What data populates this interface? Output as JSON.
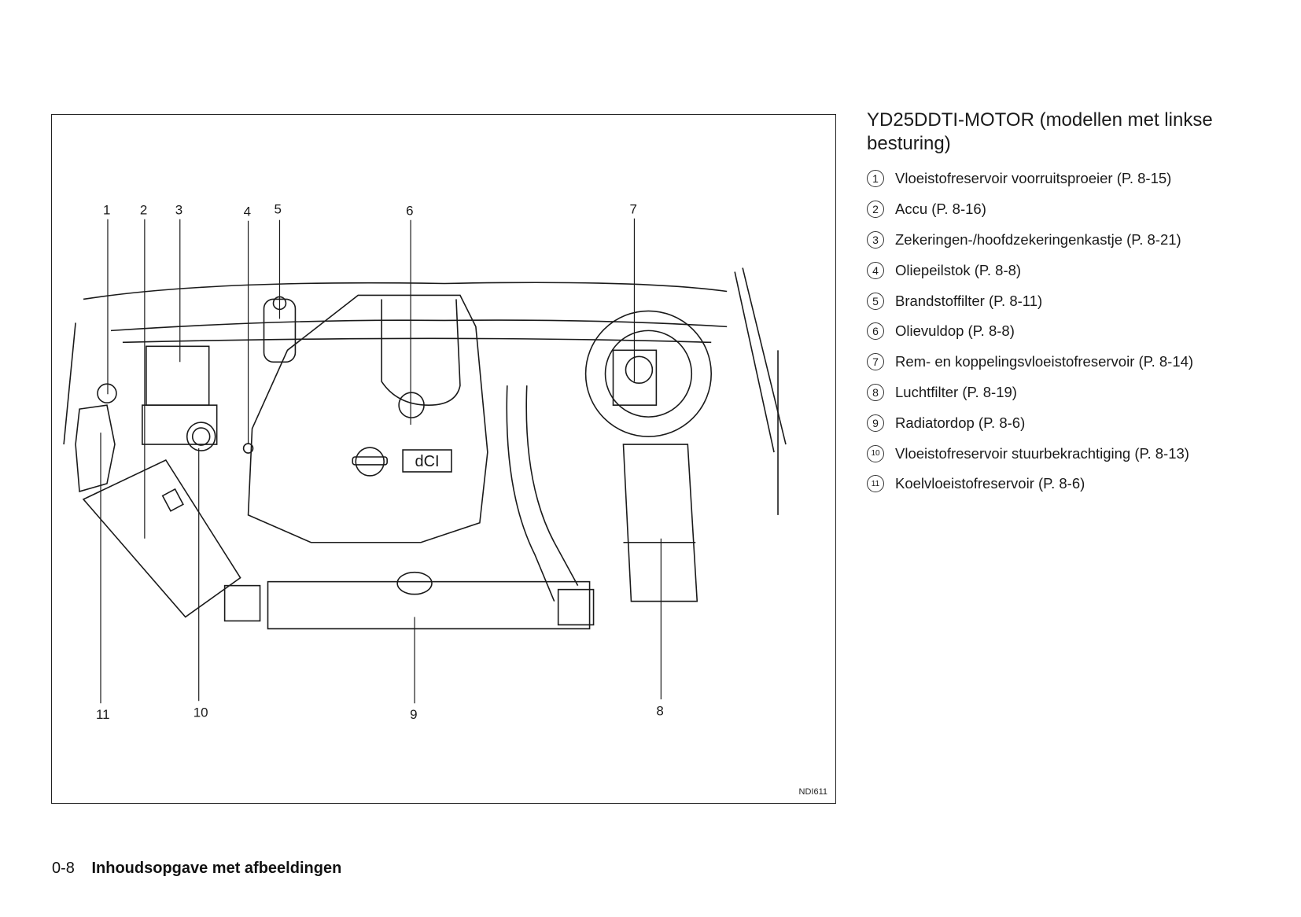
{
  "figure": {
    "code": "NDI611",
    "callouts_top": [
      "1",
      "2",
      "3",
      "4",
      "5",
      "6",
      "7"
    ],
    "callouts_bottom": [
      "11",
      "10",
      "9",
      "8"
    ],
    "badge_text": "dCI"
  },
  "legend": {
    "title": "YD25DDTI-MOTOR (modellen met linkse besturing)",
    "items": [
      {
        "num": "1",
        "label": "Vloeistofreservoir voorruitsproeier (P. 8-15)"
      },
      {
        "num": "2",
        "label": "Accu (P. 8-16)"
      },
      {
        "num": "3",
        "label": "Zekeringen-/hoofdzekeringenkastje (P. 8-21)"
      },
      {
        "num": "4",
        "label": "Oliepeilstok (P. 8-8)"
      },
      {
        "num": "5",
        "label": "Brandstoffilter (P. 8-11)"
      },
      {
        "num": "6",
        "label": "Olievuldop (P. 8-8)"
      },
      {
        "num": "7",
        "label": "Rem- en koppelingsvloeistofreservoir (P. 8-14)"
      },
      {
        "num": "8",
        "label": "Luchtfilter (P. 8-19)"
      },
      {
        "num": "9",
        "label": "Radiatordop (P. 8-6)"
      },
      {
        "num": "10",
        "label": "Vloeistofreservoir stuurbekrachtiging (P. 8-13)"
      },
      {
        "num": "11",
        "label": "Koelvloeistofreservoir (P. 8-6)"
      }
    ]
  },
  "footer": {
    "page_number": "0-8",
    "section_title": "Inhoudsopgave met afbeeldingen"
  }
}
